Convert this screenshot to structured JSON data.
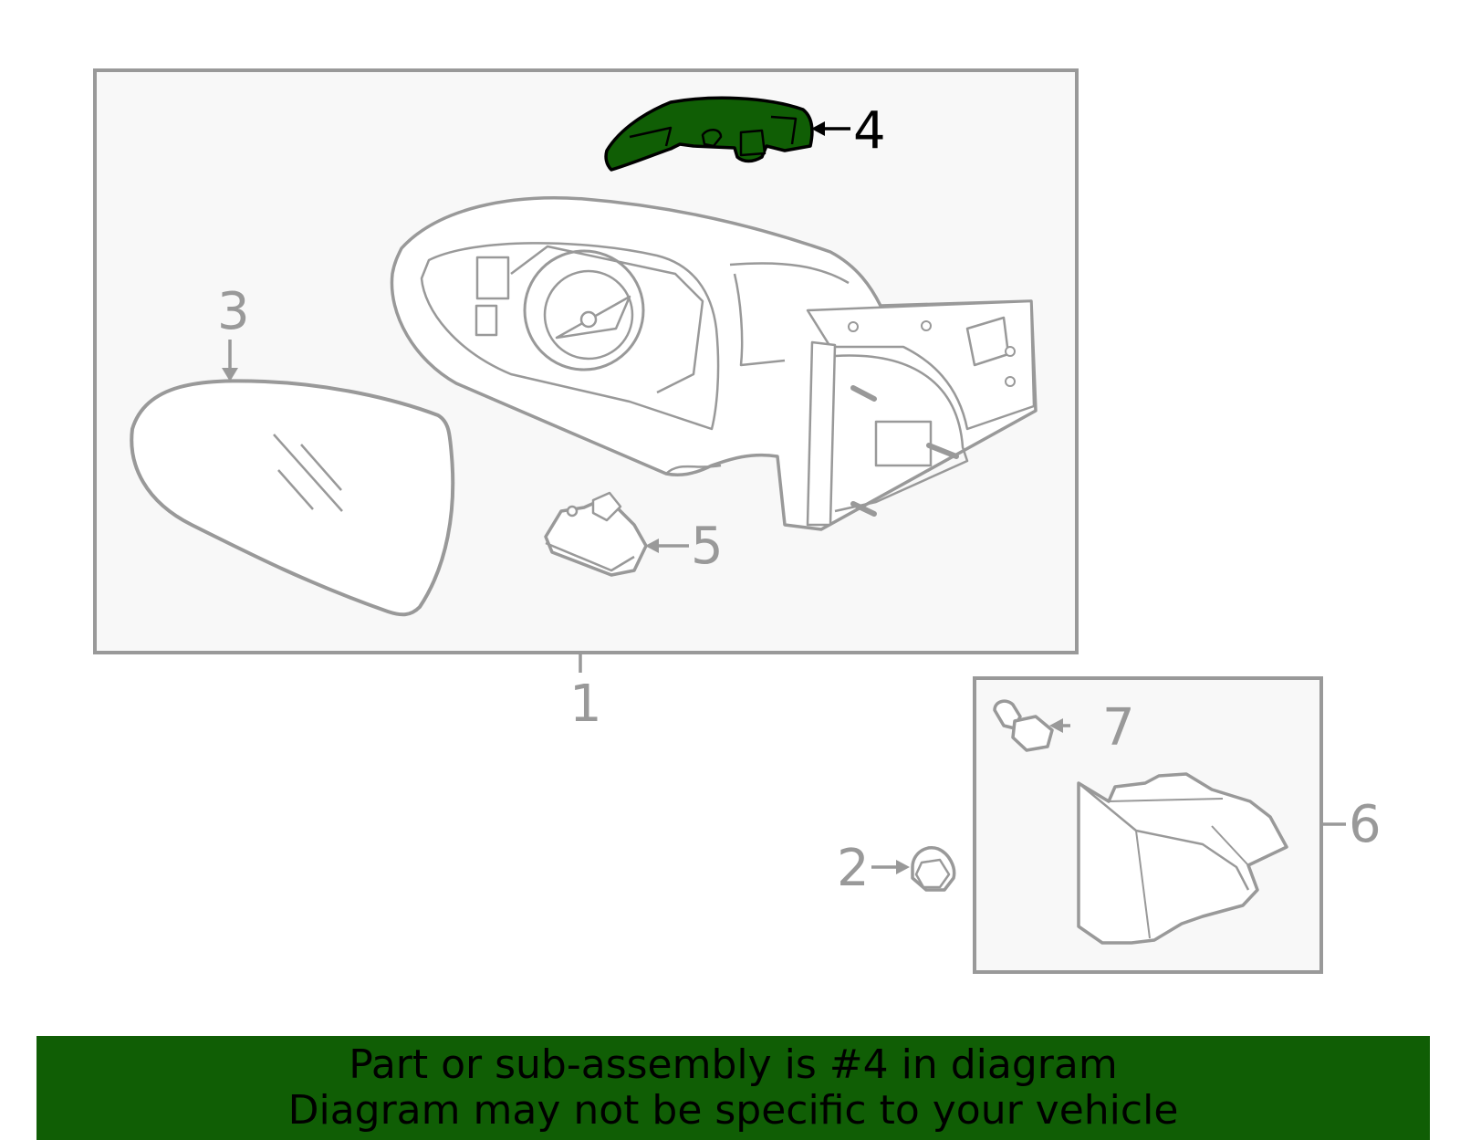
{
  "colors": {
    "line": "#999999",
    "highlight_fill": "#105e05",
    "highlight_stroke": "#000000",
    "panel_fill": "#f8f8f8",
    "banner_bg": "#105e05"
  },
  "callouts": {
    "c1": "1",
    "c2": "2",
    "c3": "3",
    "c4": "4",
    "c5": "5",
    "c6": "6",
    "c7": "7"
  },
  "highlighted_part": "4",
  "banner": {
    "line1": "Part or sub-assembly is #4 in diagram",
    "line2": "Diagram may not be specific to your vehicle"
  }
}
